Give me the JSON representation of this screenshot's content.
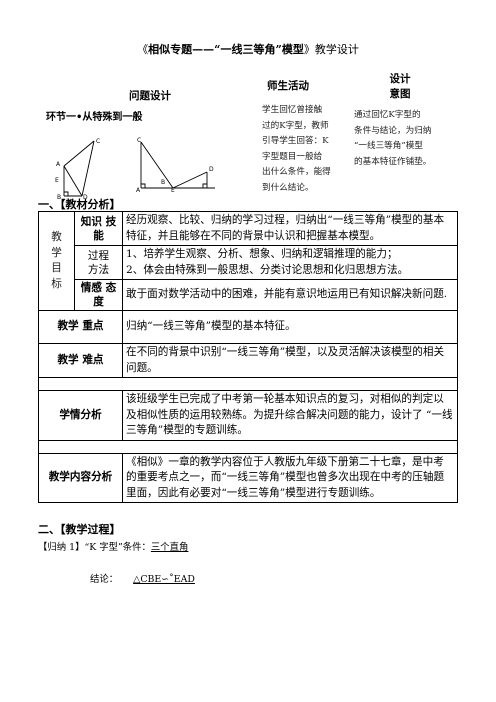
{
  "title": {
    "open": "《",
    "bold": "相似专题——“一线三等角”模型",
    "close": "》",
    "rest": "教学设计"
  },
  "header": {
    "problem_design": "问题设计",
    "teacher_activity": "师生活动",
    "design_intent_1": "设计",
    "design_intent_2": "意图"
  },
  "phase1": {
    "label": "环节一•从特殊到一般",
    "teacher_activity": [
      "学生回忆曾接触",
      "过的K字型，教师",
      "引导学生回答：K",
      "字型题目一般给",
      "出什么条件，能得",
      "到什么结论。"
    ],
    "design_intent": [
      "通过回忆K字型的",
      "条件与结论，为归纳",
      "“一线三等角”模型",
      "的基本特征作铺垫。"
    ]
  },
  "figure1_labels": [
    "C",
    "A",
    "E",
    "B",
    "D"
  ],
  "figure2_labels": [
    "C",
    "A",
    "B",
    "E",
    "D"
  ],
  "section1": "一、【教材分析】",
  "table": {
    "goals_label": "教\n学\n目\n标",
    "rows": [
      {
        "label": "知识 技\n能",
        "content": "经历观察、比较、归纳的学习过程，归纳出“一线三等角”模型的基本特征，并且能够在不同的背景中认识和把握基本模型。"
      },
      {
        "label": "过程\n方法",
        "content": "1、培养学生观察、分析、想象、归纳和逻辑推理的能力；\n2、体会由特殊到一般思想、分类讨论思想和化归思想方法。"
      },
      {
        "label": "情感 态\n度",
        "content": "敢于面对数学活动中的困难，并能有意识地运用已有知识解决新问题."
      }
    ],
    "key_point_label": "教学 重点",
    "key_point": "归纳“一线三等角”模型的基本特征。",
    "difficulty_label": "教学 难点",
    "difficulty": "在不同的背景中识别“一线三等角”模型，以及灵活解决该模型的相关问题。",
    "situation_label": "学情分析",
    "situation": "该班级学生已完成了中考第一轮基本知识点的复习，对相似的判定以及相似性质的运用较熟练。为提升综合解决问题的能力，设计了 “一线三等角”模型的专题训练。",
    "content_label": "教学内容分析",
    "content": "《相似》一章的教学内容位于人教版九年级下册第二十七章，是中考的重要考点之一，而“一线三等角”模型也曾多次出现在中考的压轴题里面，因此有必要对“一线三等角”模型进行专题训练。"
  },
  "section2": "二、【教学过程】",
  "summary": {
    "label": "【归纳 1】“K 字型”条件：",
    "condition": "三个直角",
    "conclusion_label": "结论：",
    "conclusion": "△CBE∽˚EAD"
  }
}
